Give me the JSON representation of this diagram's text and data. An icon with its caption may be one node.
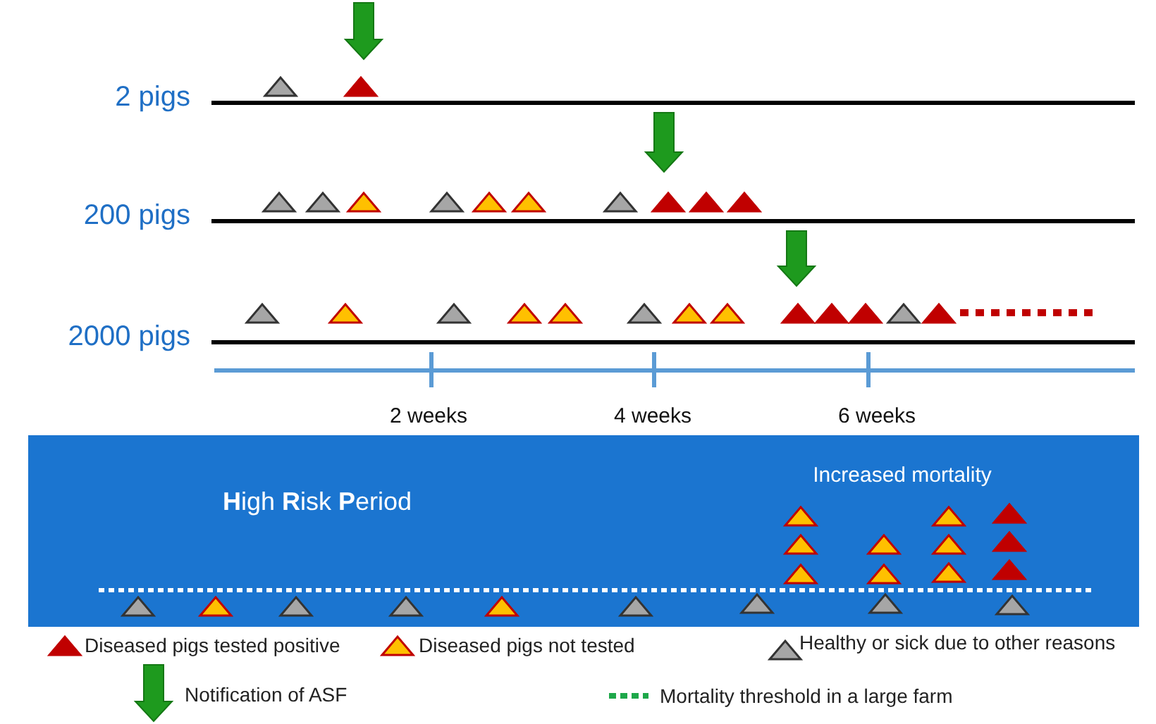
{
  "diagram": {
    "labels": [
      "2 pigs",
      "200 pigs",
      "2000 pigs",
      "2 weeks",
      "4 weeks",
      "6 weeks",
      "**H**igh **R**isk **P**eriod",
      "Increased mortality"
    ],
    "legend": [
      {
        "text": "Diseased pigs tested positive"
      },
      {
        "text": "Diseased pigs not tested"
      },
      {
        "text": "Healthy or sick due to other reasons"
      },
      {
        "text": "Notification of ASF"
      },
      {
        "text": "Mortality threshold in a large farm"
      }
    ]
  }
}
